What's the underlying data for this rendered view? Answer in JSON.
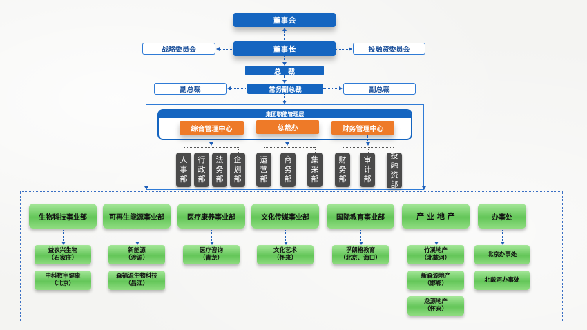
{
  "top": {
    "board": "董事会",
    "chairman": "董事长",
    "strategy_committee": "战略委员会",
    "investment_committee": "投融资委员会",
    "president": "总　裁",
    "exec_vp": "常务副总裁",
    "vp_left": "副总裁",
    "vp_right": "副总裁"
  },
  "group": {
    "title": "集团职能管理层",
    "centers": [
      {
        "label": "综合管理中心",
        "depts": [
          "人事部",
          "行政部",
          "法务部",
          "企划部"
        ]
      },
      {
        "label": "总裁办",
        "depts": [
          "运营部",
          "商务部",
          "集采部"
        ]
      },
      {
        "label": "财务管理中心",
        "depts": [
          "财务部",
          "审计部",
          "投融资部"
        ]
      }
    ]
  },
  "divisions": [
    {
      "label": "生物科技事业部",
      "subs": [
        [
          "益农兴生物",
          "（石家庄）"
        ],
        [
          "中科数字健康",
          "（北京）"
        ]
      ]
    },
    {
      "label": "可再生能源事业部",
      "subs": [
        [
          "新能源",
          "（涉源）"
        ],
        [
          "森福源生物科技",
          "（昌江）"
        ]
      ]
    },
    {
      "label": "医疗康养事业部",
      "subs": [
        [
          "医疗咨询",
          "（青龙）"
        ]
      ]
    },
    {
      "label": "文化传媒事业部",
      "subs": [
        [
          "文化艺术",
          "（怀来）"
        ]
      ]
    },
    {
      "label": "国际教育事业部",
      "subs": [
        [
          "孚朗格教育",
          "（北京、海口）"
        ]
      ]
    },
    {
      "label": "产 业 地 产",
      "subs": [
        [
          "竹溪地产",
          "（北戴河）"
        ],
        [
          "新森源地产",
          "（邯郸）"
        ],
        [
          "龙源地产",
          "（怀来）"
        ]
      ]
    },
    {
      "label": "办事处",
      "subs": [
        [
          "北京办事处",
          ""
        ],
        [
          "北戴河办事处",
          ""
        ]
      ]
    }
  ]
}
